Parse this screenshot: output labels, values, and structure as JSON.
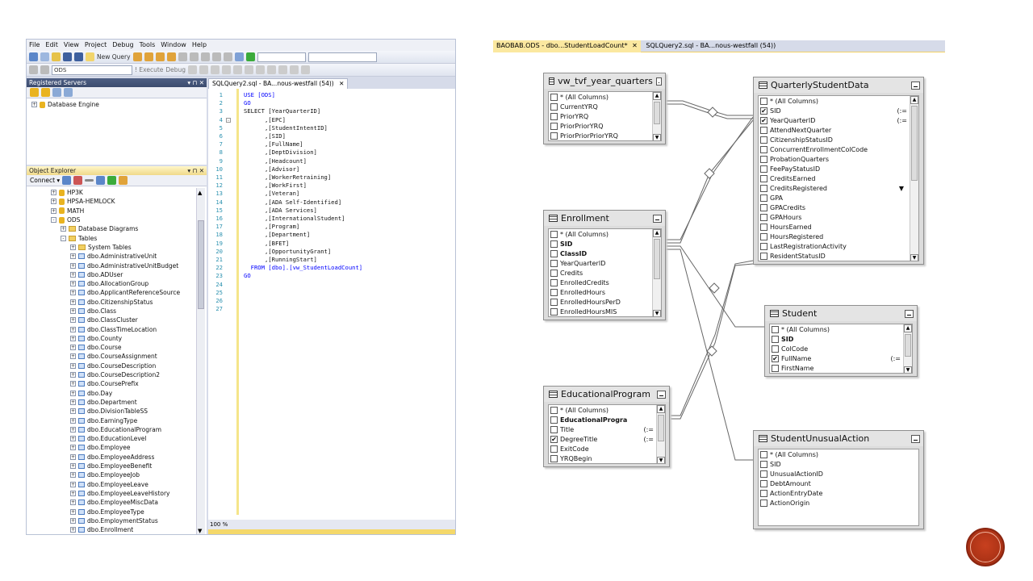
{
  "ssms": {
    "menu": [
      "File",
      "Edit",
      "View",
      "Project",
      "Debug",
      "Tools",
      "Window",
      "Help"
    ],
    "toolbar": {
      "new_query": "New Query",
      "execute": "! Execute",
      "debug": "Debug",
      "db_combo": "ODS"
    },
    "registered_servers": {
      "title": "Registered Servers",
      "pin": "▾ ⊓ ✕",
      "root": "Database Engine"
    },
    "object_explorer": {
      "title": "Object Explorer",
      "pin": "▾ ⊓ ✕",
      "connect": "Connect ▾",
      "nodes": [
        {
          "label": "HP3K",
          "kind": "db",
          "indent": 0,
          "exp": "+"
        },
        {
          "label": "HPSA-HEMLOCK",
          "kind": "db",
          "indent": 0,
          "exp": "+"
        },
        {
          "label": "MATH",
          "kind": "db",
          "indent": 0,
          "exp": "+"
        },
        {
          "label": "ODS",
          "kind": "db",
          "indent": 0,
          "exp": "-"
        },
        {
          "label": "Database Diagrams",
          "kind": "folder",
          "indent": 1,
          "exp": "+"
        },
        {
          "label": "Tables",
          "kind": "folder",
          "indent": 1,
          "exp": "-"
        },
        {
          "label": "System Tables",
          "kind": "folder",
          "indent": 2,
          "exp": "+"
        },
        {
          "label": "dbo.AdministrativeUnit",
          "kind": "table",
          "indent": 2,
          "exp": "+"
        },
        {
          "label": "dbo.AdministrativeUnitBudget",
          "kind": "table",
          "indent": 2,
          "exp": "+"
        },
        {
          "label": "dbo.ADUser",
          "kind": "table",
          "indent": 2,
          "exp": "+"
        },
        {
          "label": "dbo.AllocationGroup",
          "kind": "table",
          "indent": 2,
          "exp": "+"
        },
        {
          "label": "dbo.ApplicantReferenceSource",
          "kind": "table",
          "indent": 2,
          "exp": "+"
        },
        {
          "label": "dbo.CitizenshipStatus",
          "kind": "table",
          "indent": 2,
          "exp": "+"
        },
        {
          "label": "dbo.Class",
          "kind": "table",
          "indent": 2,
          "exp": "+"
        },
        {
          "label": "dbo.ClassCluster",
          "kind": "table",
          "indent": 2,
          "exp": "+"
        },
        {
          "label": "dbo.ClassTimeLocation",
          "kind": "table",
          "indent": 2,
          "exp": "+"
        },
        {
          "label": "dbo.County",
          "kind": "table",
          "indent": 2,
          "exp": "+"
        },
        {
          "label": "dbo.Course",
          "kind": "table",
          "indent": 2,
          "exp": "+"
        },
        {
          "label": "dbo.CourseAssignment",
          "kind": "table",
          "indent": 2,
          "exp": "+"
        },
        {
          "label": "dbo.CourseDescription",
          "kind": "table",
          "indent": 2,
          "exp": "+"
        },
        {
          "label": "dbo.CourseDescription2",
          "kind": "table",
          "indent": 2,
          "exp": "+"
        },
        {
          "label": "dbo.CoursePrefix",
          "kind": "table",
          "indent": 2,
          "exp": "+"
        },
        {
          "label": "dbo.Day",
          "kind": "table",
          "indent": 2,
          "exp": "+"
        },
        {
          "label": "dbo.Department",
          "kind": "table",
          "indent": 2,
          "exp": "+"
        },
        {
          "label": "dbo.DivisionTableSS",
          "kind": "table",
          "indent": 2,
          "exp": "+"
        },
        {
          "label": "dbo.EarningType",
          "kind": "table",
          "indent": 2,
          "exp": "+"
        },
        {
          "label": "dbo.EducationalProgram",
          "kind": "table",
          "indent": 2,
          "exp": "+"
        },
        {
          "label": "dbo.EducationLevel",
          "kind": "table",
          "indent": 2,
          "exp": "+"
        },
        {
          "label": "dbo.Employee",
          "kind": "table",
          "indent": 2,
          "exp": "+"
        },
        {
          "label": "dbo.EmployeeAddress",
          "kind": "table",
          "indent": 2,
          "exp": "+"
        },
        {
          "label": "dbo.EmployeeBenefit",
          "kind": "table",
          "indent": 2,
          "exp": "+"
        },
        {
          "label": "dbo.EmployeeJob",
          "kind": "table",
          "indent": 2,
          "exp": "+"
        },
        {
          "label": "dbo.EmployeeLeave",
          "kind": "table",
          "indent": 2,
          "exp": "+"
        },
        {
          "label": "dbo.EmployeeLeaveHistory",
          "kind": "table",
          "indent": 2,
          "exp": "+"
        },
        {
          "label": "dbo.EmployeeMiscData",
          "kind": "table",
          "indent": 2,
          "exp": "+"
        },
        {
          "label": "dbo.EmployeeType",
          "kind": "table",
          "indent": 2,
          "exp": "+"
        },
        {
          "label": "dbo.EmploymentStatus",
          "kind": "table",
          "indent": 2,
          "exp": "+"
        },
        {
          "label": "dbo.Enrollment",
          "kind": "table",
          "indent": 2,
          "exp": "+"
        }
      ]
    },
    "editor": {
      "tab": "SQLQuery2.sql - BA...nous-westfall (54))",
      "tab_close": "✕",
      "zoom": "100 %",
      "lines": [
        {
          "n": "1",
          "t": "USE [ODS]"
        },
        {
          "n": "2",
          "t": "GO"
        },
        {
          "n": "3",
          "t": ""
        },
        {
          "n": "4",
          "t": "SELECT [YearQuarterID]"
        },
        {
          "n": "5",
          "t": "      ,[EPC]"
        },
        {
          "n": "6",
          "t": "      ,[StudentIntentID]"
        },
        {
          "n": "7",
          "t": "      ,[SID]"
        },
        {
          "n": "8",
          "t": "      ,[FullName]"
        },
        {
          "n": "9",
          "t": "      ,[DeptDivision]"
        },
        {
          "n": "10",
          "t": "      ,[Headcount]"
        },
        {
          "n": "11",
          "t": "      ,[Advisor]"
        },
        {
          "n": "12",
          "t": "      ,[WorkerRetraining]"
        },
        {
          "n": "13",
          "t": "      ,[WorkFirst]"
        },
        {
          "n": "14",
          "t": "      ,[Veteran]"
        },
        {
          "n": "15",
          "t": "      ,[ADA Self-Identified]"
        },
        {
          "n": "16",
          "t": "      ,[ADA Services]"
        },
        {
          "n": "17",
          "t": "      ,[InternationalStudent]"
        },
        {
          "n": "18",
          "t": "      ,[Program]"
        },
        {
          "n": "19",
          "t": "      ,[Department]"
        },
        {
          "n": "20",
          "t": "      ,[BFET]"
        },
        {
          "n": "21",
          "t": "      ,[OpportunityGrant]"
        },
        {
          "n": "22",
          "t": "      ,[RunningStart]"
        },
        {
          "n": "23",
          "t": "  FROM [dbo].[vw_StudentLoadCount]"
        },
        {
          "n": "24",
          "t": "GO"
        },
        {
          "n": "25",
          "t": ""
        },
        {
          "n": "26",
          "t": ""
        },
        {
          "n": "27",
          "t": ""
        }
      ]
    }
  },
  "designer": {
    "tabs": [
      {
        "label": "BAOBAB.ODS - dbo...StudentLoadCount*",
        "close": "✕",
        "active": true
      },
      {
        "label": "SQLQuery2.sql - BA...nous-westfall (54))",
        "close": "",
        "active": false
      }
    ],
    "tables": [
      {
        "id": "vw",
        "title": "vw_tvf_year_quarters",
        "icon": "tvf",
        "columns": [
          {
            "name": "* (All Columns)",
            "checked": false
          },
          {
            "name": "CurrentYRQ",
            "checked": false
          },
          {
            "name": "PriorYRQ",
            "checked": false
          },
          {
            "name": "PriorPriorYRQ",
            "checked": false
          },
          {
            "name": "PriorPriorPriorYRQ",
            "checked": false
          }
        ]
      },
      {
        "id": "qsd",
        "title": "QuarterlyStudentData",
        "icon": "table",
        "columns": [
          {
            "name": "* (All Columns)",
            "checked": false
          },
          {
            "name": "SID",
            "checked": true,
            "mark": "(:="
          },
          {
            "name": "YearQuarterID",
            "checked": true,
            "mark": "(:="
          },
          {
            "name": "AttendNextQuarter",
            "checked": false
          },
          {
            "name": "CitizenshipStatusID",
            "checked": false
          },
          {
            "name": "ConcurrentEnrollmentColCode",
            "checked": false
          },
          {
            "name": "ProbationQuarters",
            "checked": false
          },
          {
            "name": "FeePayStatusID",
            "checked": false
          },
          {
            "name": "CreditsEarned",
            "checked": false
          },
          {
            "name": "CreditsRegistered",
            "checked": false,
            "mark": "▼"
          },
          {
            "name": "GPA",
            "checked": false
          },
          {
            "name": "GPACredits",
            "checked": false
          },
          {
            "name": "GPAHours",
            "checked": false
          },
          {
            "name": "HoursEarned",
            "checked": false
          },
          {
            "name": "HoursRegistered",
            "checked": false
          },
          {
            "name": "LastRegistrationActivity",
            "checked": false
          },
          {
            "name": "ResidentStatusID",
            "checked": false
          }
        ]
      },
      {
        "id": "enr",
        "title": "Enrollment",
        "icon": "table",
        "columns": [
          {
            "name": "* (All Columns)",
            "checked": false
          },
          {
            "name": "SID",
            "checked": false,
            "bold": true
          },
          {
            "name": "ClassID",
            "checked": false,
            "bold": true
          },
          {
            "name": "YearQuarterID",
            "checked": false
          },
          {
            "name": "Credits",
            "checked": false
          },
          {
            "name": "EnrolledCredits",
            "checked": false
          },
          {
            "name": "EnrolledHours",
            "checked": false
          },
          {
            "name": "EnrolledHoursPerD",
            "checked": false
          },
          {
            "name": "EnrolledHoursMIS",
            "checked": false
          }
        ]
      },
      {
        "id": "stu",
        "title": "Student",
        "icon": "table",
        "columns": [
          {
            "name": "* (All Columns)",
            "checked": false
          },
          {
            "name": "SID",
            "checked": false,
            "bold": true
          },
          {
            "name": "ColCode",
            "checked": false
          },
          {
            "name": "FullName",
            "checked": true,
            "mark": "(:="
          },
          {
            "name": "FirstName",
            "checked": false
          }
        ]
      },
      {
        "id": "edu",
        "title": "EducationalProgram",
        "icon": "table",
        "columns": [
          {
            "name": "* (All Columns)",
            "checked": false
          },
          {
            "name": "EducationalProgra",
            "checked": false,
            "bold": true
          },
          {
            "name": "Title",
            "checked": false,
            "mark": "(:="
          },
          {
            "name": "DegreeTitle",
            "checked": true,
            "mark": "(:="
          },
          {
            "name": "ExitCode",
            "checked": false
          },
          {
            "name": "YRQBegin",
            "checked": false
          }
        ]
      },
      {
        "id": "sua",
        "title": "StudentUnusualAction",
        "icon": "table",
        "columns": [
          {
            "name": "* (All Columns)",
            "checked": false
          },
          {
            "name": "SID",
            "checked": false
          },
          {
            "name": "UnusualActionID",
            "checked": false
          },
          {
            "name": "DebtAmount",
            "checked": false
          },
          {
            "name": "ActionEntryDate",
            "checked": false
          },
          {
            "name": "ActionOrigin",
            "checked": false
          }
        ]
      }
    ]
  }
}
